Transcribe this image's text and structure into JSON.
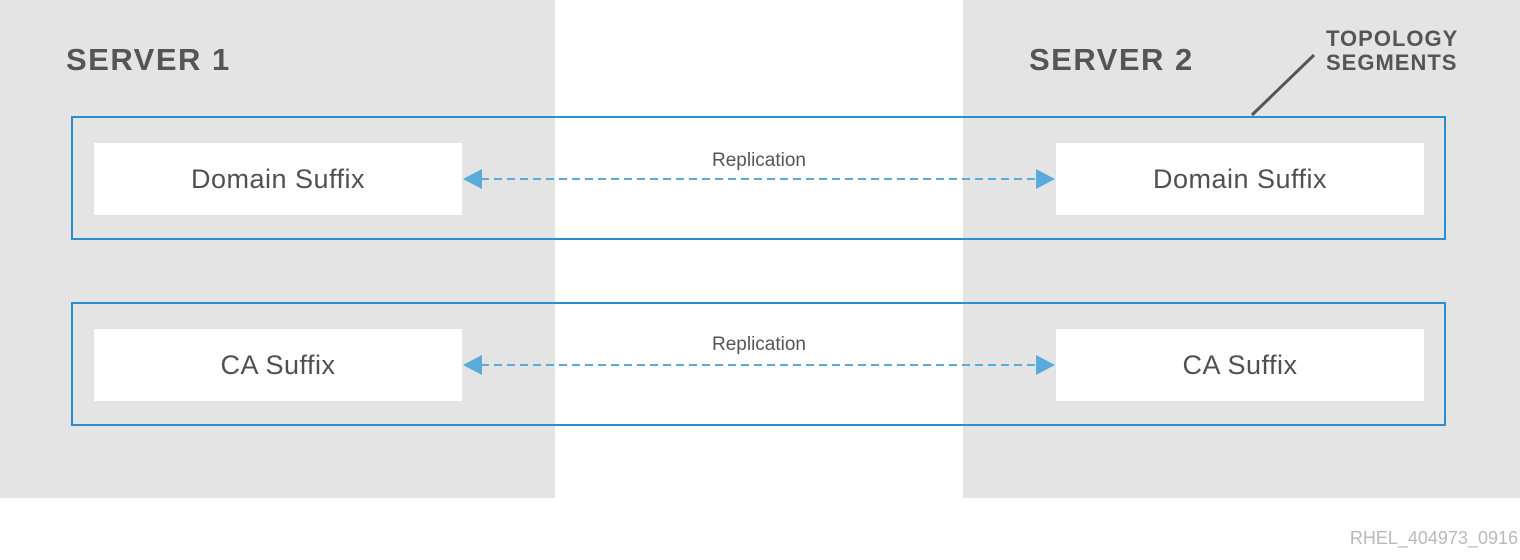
{
  "servers": {
    "left": {
      "title": "SERVER 1"
    },
    "right": {
      "title": "SERVER 2"
    }
  },
  "callout": {
    "line1": "TOPOLOGY",
    "line2": "SEGMENTS"
  },
  "segments": [
    {
      "left_suffix": "Domain Suffix",
      "right_suffix": "Domain Suffix",
      "link_label": "Replication"
    },
    {
      "left_suffix": "CA Suffix",
      "right_suffix": "CA Suffix",
      "link_label": "Replication"
    }
  ],
  "figure_id": "RHEL_404973_0916",
  "colors": {
    "panel": "#e4e4e4",
    "segment_border": "#2a8ed0",
    "arrow": "#5aaadb",
    "text": "#555555"
  }
}
